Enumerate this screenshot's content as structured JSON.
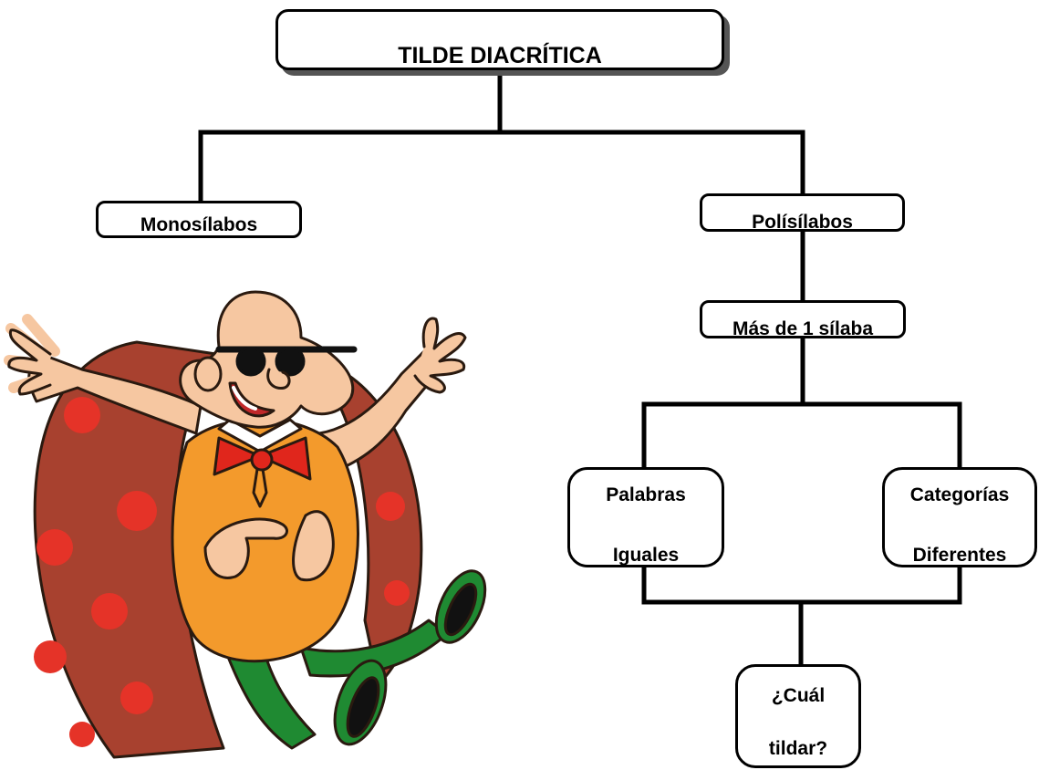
{
  "diagram": {
    "title": "TILDE DIACRÍTICA",
    "left_branch": "Monosílabos",
    "right_branch": "Polísílabos",
    "right_sub": "Más de 1 sílaba",
    "leaf_left": {
      "line1": "Palabras",
      "line2": "Iguales"
    },
    "leaf_right": {
      "line1": "Categorías",
      "line2": "Diferentes"
    },
    "question": {
      "line1": "¿Cuál",
      "line2": "tildar?"
    }
  },
  "illustration": {
    "icon": "cartoon-man-with-sunglasses-icon",
    "colors": {
      "skin": "#F6C7A1",
      "shirt": "#F39A2C",
      "bowtie": "#E0261C",
      "shoes": "#1F8A32",
      "cape": "#A8412F",
      "dots": "#E53328",
      "outline": "#2A1A10"
    }
  }
}
